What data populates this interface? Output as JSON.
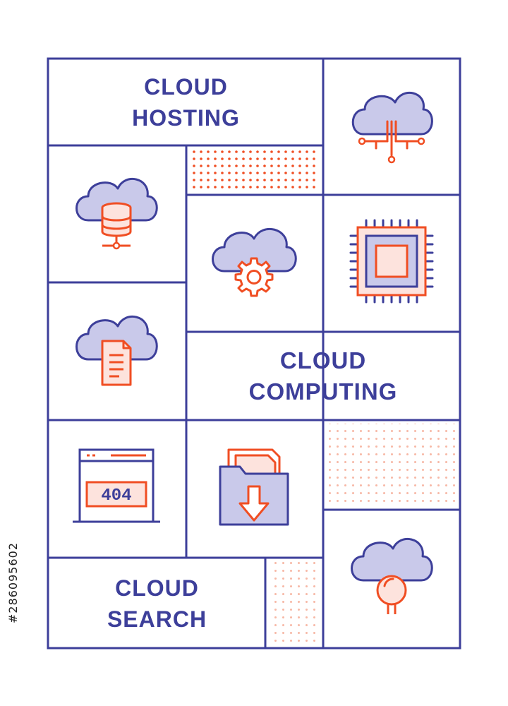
{
  "titles": {
    "hosting": [
      "CLOUD",
      "HOSTING"
    ],
    "computing": [
      "CLOUD",
      "COMPUTING"
    ],
    "search": [
      "CLOUD",
      "SEARCH"
    ]
  },
  "error_code": "404",
  "stock_id": "#286095602",
  "icons": {
    "network": "cloud-network-icon",
    "database": "cloud-database-icon",
    "gear": "cloud-gear-icon",
    "chip": "cpu-chip-icon",
    "document": "cloud-document-icon",
    "error_page": "browser-404-icon",
    "folder": "folder-download-icon",
    "search": "cloud-search-icon"
  },
  "colors": {
    "outline": "#3d3f9a",
    "accent": "#f04e23",
    "fill": "#c9c9ea",
    "chip_fill": "#fde3dd"
  }
}
